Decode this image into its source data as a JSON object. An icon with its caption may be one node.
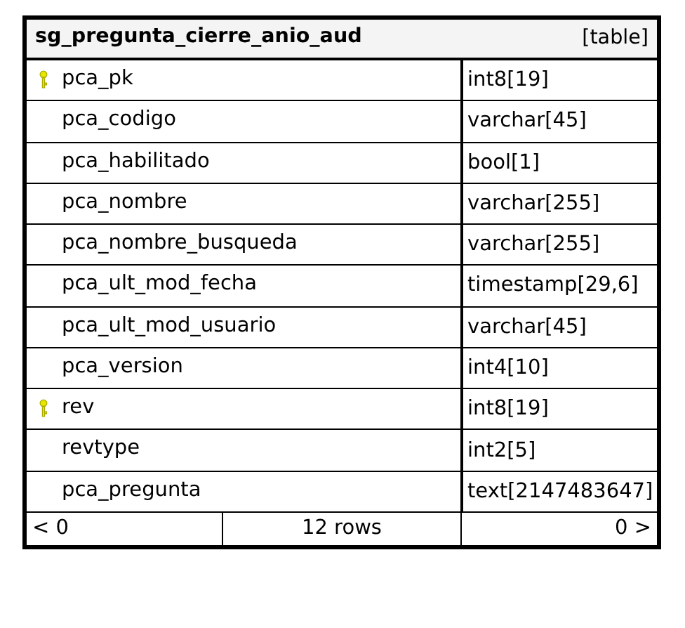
{
  "diagram": {
    "nodes": [
      {
        "text": [
          "sg_pregunta_cierre_anio_aud",
          "[table]"
        ]
      },
      {
        "text": [
          "pca_pk",
          "int8[19]"
        ],
        "in": 0
      },
      {
        "text": [
          "pca_codigo",
          "varchar[45]"
        ],
        "in": 0
      },
      {
        "text": [
          "pca_habilitado",
          "bool[1]"
        ],
        "in": 0
      },
      {
        "text": [
          "pca_nombre",
          "varchar[255]"
        ],
        "in": 0
      },
      {
        "text": [
          "pca_nombre_busqueda",
          "varchar[255]"
        ],
        "in": 0
      },
      {
        "text": [
          "pca_ult_mod_fecha",
          "timestamp[29,6]"
        ],
        "in": 0
      },
      {
        "text": [
          "pca_ult_mod_usuario",
          "varchar[45]"
        ],
        "in": 0
      },
      {
        "text": [
          "pca_version",
          "int4[10]"
        ],
        "in": 0
      },
      {
        "text": [
          "rev",
          "int8[19]"
        ],
        "in": 0
      },
      {
        "text": [
          "revtype",
          "int2[5]"
        ],
        "in": 0
      },
      {
        "text": [
          "pca_pregunta",
          "text[2147483647]"
        ],
        "in": 0
      },
      {
        "text": [
          "< 0",
          "12 rows",
          "0 >"
        ],
        "in": 0
      }
    ]
  }
}
